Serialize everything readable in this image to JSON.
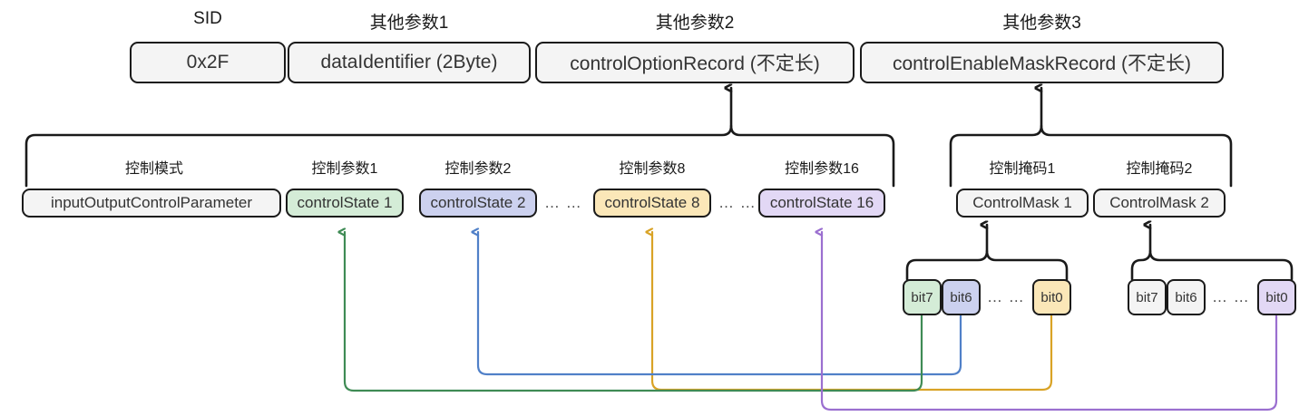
{
  "diagram": {
    "title": "UDS 0x2F InputOutputControlByIdentifier message layout",
    "colors": {
      "green": "#d4ecd7",
      "blue": "#ccd1ef",
      "orange": "#fbe7b8",
      "purple": "#e2d8f5",
      "grey": "#f4f4f4",
      "stroke": "#1a1a1a",
      "green_line": "#3f8b55",
      "blue_line": "#5080c8",
      "orange_line": "#d9a326",
      "purple_line": "#9b6fd0"
    }
  },
  "top_row": {
    "captions": [
      "SID",
      "其他参数1",
      "其他参数2",
      "其他参数3"
    ],
    "boxes": [
      {
        "label": "0x2F",
        "fill": "grey"
      },
      {
        "label": "dataIdentifier (2Byte)",
        "fill": "grey"
      },
      {
        "label": "controlOptionRecord (不定长)",
        "fill": "grey"
      },
      {
        "label": "controlEnableMaskRecord (不定长)",
        "fill": "grey"
      }
    ]
  },
  "option_record_row": {
    "captions": [
      "控制模式",
      "控制参数1",
      "控制参数2",
      "控制参数8",
      "控制参数16"
    ],
    "boxes": [
      {
        "label": "inputOutputControlParameter",
        "fill": "grey"
      },
      {
        "label": "controlState 1",
        "fill": "green"
      },
      {
        "label": "controlState 2",
        "fill": "blue"
      },
      {
        "label": "controlState 8",
        "fill": "orange"
      },
      {
        "label": "controlState 16",
        "fill": "purple"
      }
    ],
    "ellipsis": [
      "… …",
      "… …"
    ]
  },
  "mask_record_row": {
    "captions": [
      "控制掩码1",
      "控制掩码2"
    ],
    "boxes": [
      {
        "label": "ControlMask 1",
        "fill": "grey"
      },
      {
        "label": "ControlMask 2",
        "fill": "grey"
      }
    ]
  },
  "mask1_bits": {
    "boxes": [
      {
        "label": "bit7",
        "fill": "green"
      },
      {
        "label": "bit6",
        "fill": "blue"
      },
      {
        "label": "bit0",
        "fill": "orange"
      }
    ],
    "ellipsis": "… …"
  },
  "mask2_bits": {
    "boxes": [
      {
        "label": "bit7",
        "fill": "grey"
      },
      {
        "label": "bit6",
        "fill": "grey"
      },
      {
        "label": "bit0",
        "fill": "purple"
      }
    ],
    "ellipsis": "… …"
  },
  "connections": [
    {
      "from": "mask1.bit7",
      "to": "controlState 1",
      "color": "green_line"
    },
    {
      "from": "mask1.bit6",
      "to": "controlState 2",
      "color": "blue_line"
    },
    {
      "from": "mask1.bit0",
      "to": "controlState 8",
      "color": "orange_line"
    },
    {
      "from": "mask2.bit0",
      "to": "controlState 16",
      "color": "purple_line"
    }
  ]
}
